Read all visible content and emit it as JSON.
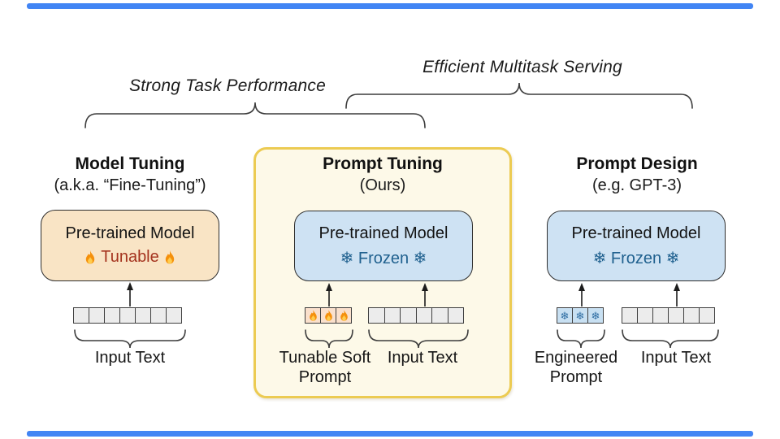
{
  "figure": {
    "left_caption": "Strong Task Performance",
    "right_caption": "Efficient Multitask Serving"
  },
  "colors": {
    "accent_bar": "#4285F4",
    "tunable_red": "#A5341F",
    "frozen_blue": "#20618F",
    "model_tuning_box_fill": "#F9E4C5",
    "frozen_box_fill": "#CEE2F3",
    "panel_fill": "#FDF9E8",
    "panel_border": "#ECCB52",
    "input_cell_fill": "#ECECEC",
    "soft_prompt_cell_fill": "#FAE0CC",
    "engineered_prompt_cell_fill": "#C8E0F2"
  },
  "columns": [
    {
      "title": "Model Tuning",
      "subtitle": "(a.k.a. “Fine-Tuning”)",
      "box": {
        "line1": "Pre-trained Model",
        "line2": "Tunable"
      },
      "groups": [
        {
          "label": "Input Text",
          "cells": 7
        }
      ]
    },
    {
      "title": "Prompt Tuning",
      "subtitle": "(Ours)",
      "box": {
        "line1": "Pre-trained Model",
        "line2": "❄ Frozen ❄"
      },
      "groups": [
        {
          "label": "Tunable Soft\nPrompt",
          "cells": 3
        },
        {
          "label": "Input Text",
          "cells": 6
        }
      ]
    },
    {
      "title": "Prompt Design",
      "subtitle": "(e.g. GPT-3)",
      "box": {
        "line1": "Pre-trained Model",
        "line2": "❄ Frozen ❄"
      },
      "groups": [
        {
          "label": "Engineered\nPrompt",
          "cells": 3,
          "cell_glyph": "❄"
        },
        {
          "label": "Input Text",
          "cells": 6
        }
      ]
    }
  ]
}
